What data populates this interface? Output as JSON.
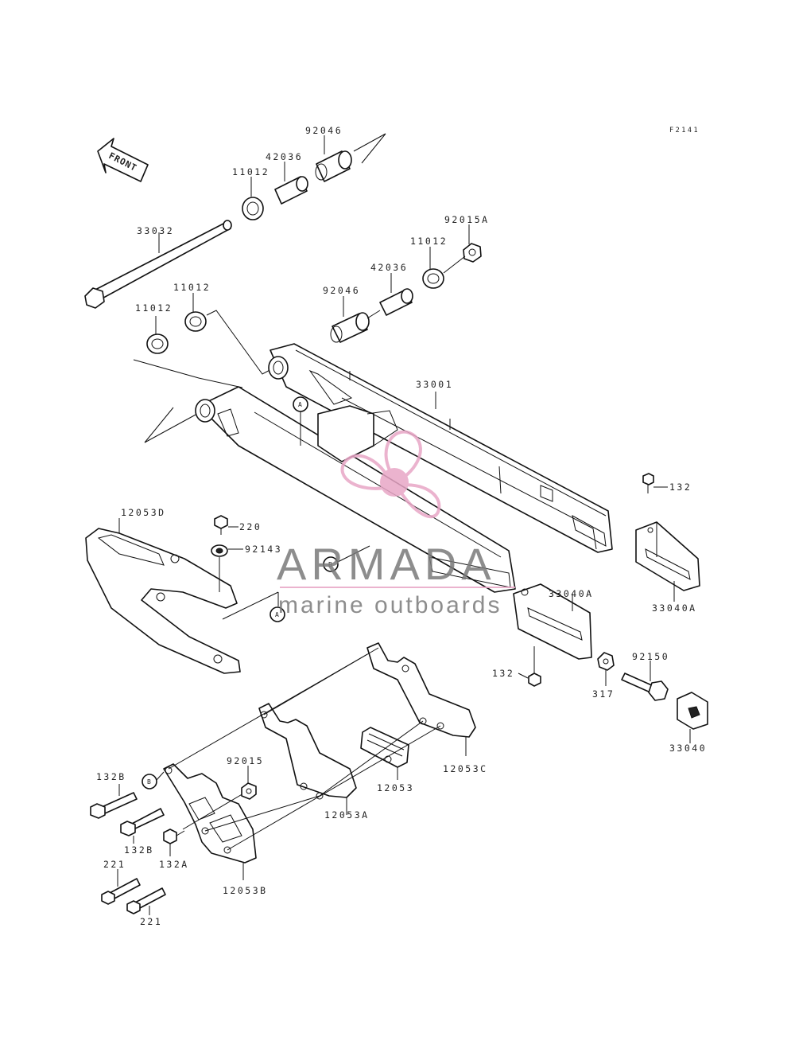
{
  "diagram_code": "F2141",
  "front_label": "FRONT",
  "callouts": {
    "a": "A",
    "b": "B"
  },
  "watermark": {
    "title": "ARMADA",
    "subtitle": "marine outboards",
    "title_color": "#7a7a7a",
    "accent_color": "#e8a6c6"
  },
  "parts": {
    "p92046_top": "92046",
    "p42036_top": "42036",
    "p11012_top": "11012",
    "p33032": "33032",
    "p92015a": "92015A",
    "p11012_r": "11012",
    "p42036_r": "42036",
    "p92046_r": "92046",
    "p11012_l1": "11012",
    "p11012_l2": "11012",
    "p33001": "33001",
    "p132_top": "132",
    "p12053d": "12053D",
    "p220": "220",
    "p92143": "92143",
    "p33040a_l": "33040A",
    "p33040a_r": "33040A",
    "p132_mid": "132",
    "p92150": "92150",
    "p317": "317",
    "p33040": "33040",
    "p12053c": "12053C",
    "p12053": "12053",
    "p92015": "92015",
    "p132b_1": "132B",
    "p132b_2": "132B",
    "p132a": "132A",
    "p12053a": "12053A",
    "p12053b": "12053B",
    "p221_1": "221",
    "p221_2": "221"
  }
}
